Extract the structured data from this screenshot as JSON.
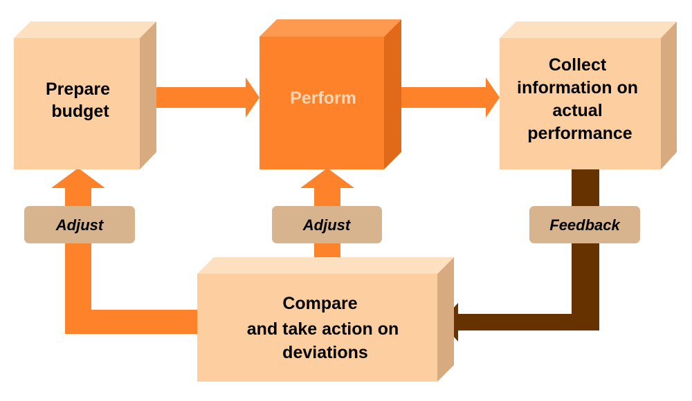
{
  "boxes": {
    "prepare": [
      "Prepare",
      "budget"
    ],
    "perform": [
      "Perform"
    ],
    "collect": [
      "Collect",
      "information on",
      "actual",
      "performance"
    ],
    "compare": [
      "Compare",
      "and take action on",
      "deviations"
    ]
  },
  "tags": {
    "adjust_left": "Adjust",
    "adjust_middle": "Adjust",
    "feedback": "Feedback"
  },
  "colors": {
    "box_light": "#fdcfa0",
    "box_orange": "#fd8229",
    "box_side": "#d8aa80",
    "box_top": "#fde0c0",
    "arrow_orange": "#fd8229",
    "arrow_brown": "#663300",
    "tag": "#d8b48e"
  }
}
